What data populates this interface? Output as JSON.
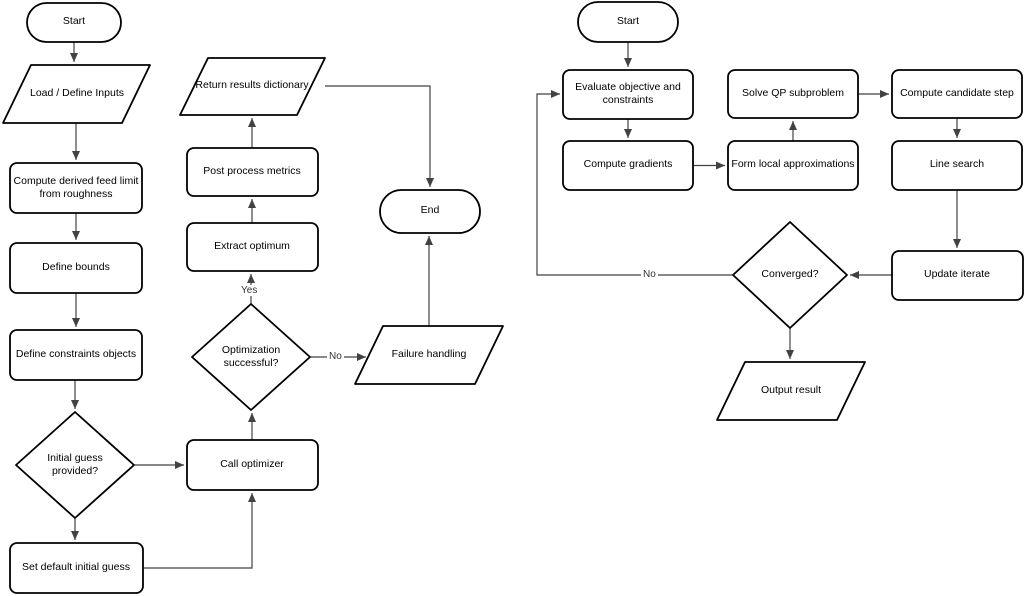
{
  "left": {
    "start": "Start",
    "load_inputs": "Load / Define Inputs",
    "compute_feed_limit": "Compute derived feed limit from roughness",
    "define_bounds": "Define bounds",
    "define_constraints": "Define constraints objects",
    "initial_guess": "Initial guess provided?",
    "set_default_guess": "Set default initial guess",
    "call_optimizer": "Call optimizer",
    "opt_successful": "Optimization successful?",
    "extract_optimum": "Extract optimum",
    "post_process": "Post process metrics",
    "return_results": "Return results dictionary",
    "failure_handling": "Failure handling",
    "end": "End",
    "label_yes": "Yes",
    "label_no": "No"
  },
  "right": {
    "start": "Start",
    "evaluate": "Evaluate objective and constraints",
    "compute_gradients": "Compute gradients",
    "form_local": "Form local approximations",
    "solve_qp": "Solve QP subproblem",
    "candidate_step": "Compute candidate step",
    "line_search": "Line search",
    "update_iterate": "Update iterate",
    "converged": "Converged?",
    "output_result": "Output result",
    "label_no": "No"
  }
}
